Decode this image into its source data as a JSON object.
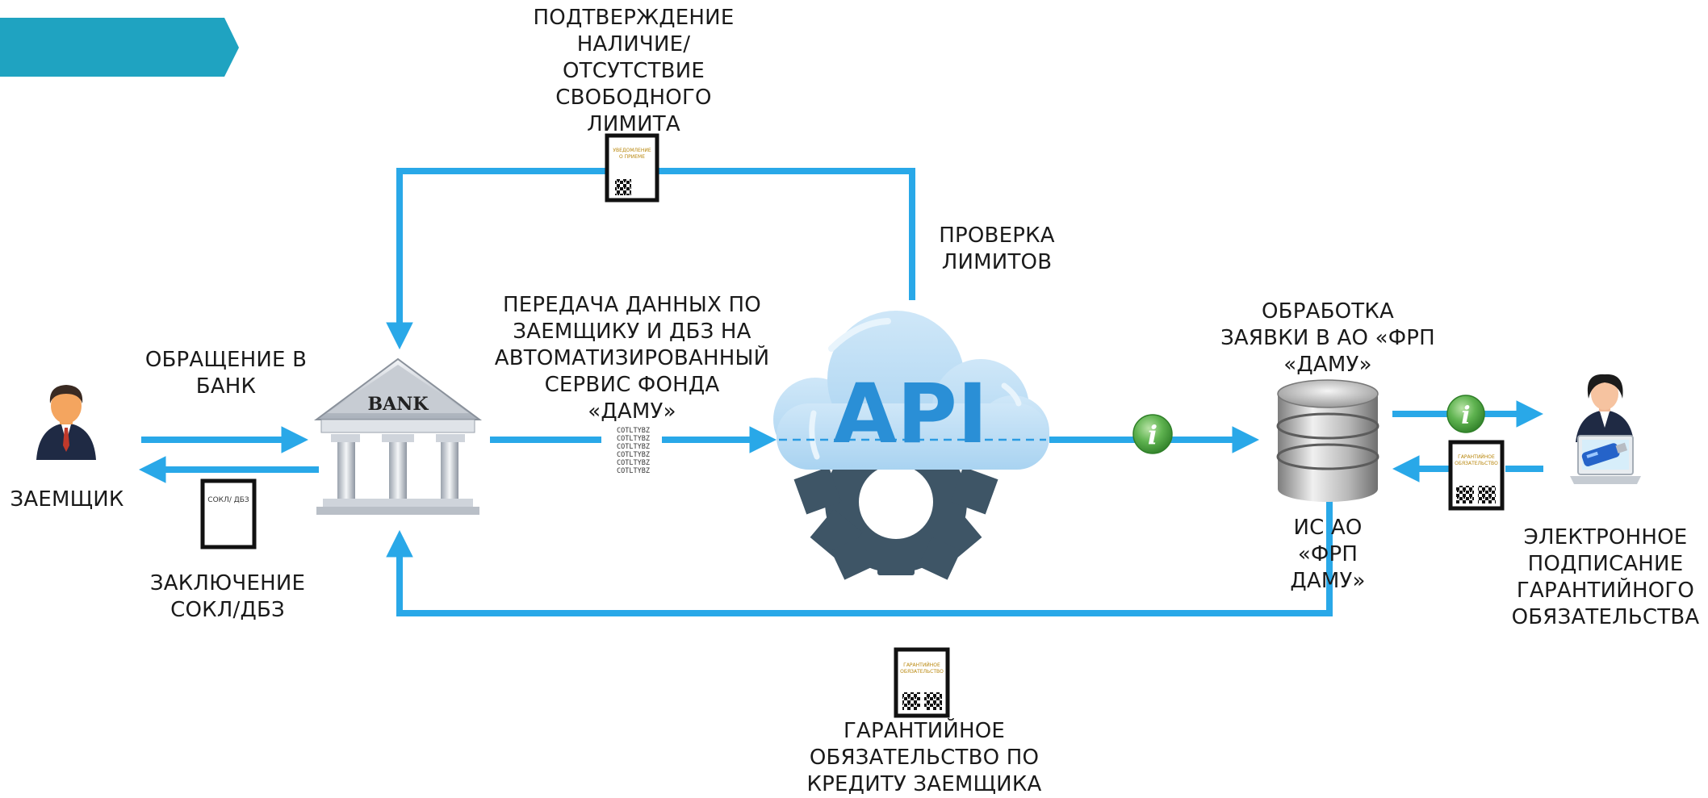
{
  "colors": {
    "arrow": "#29a8e8",
    "banner": "#1fa3c1",
    "cloud": "#b9dcf3",
    "api_text": "#2a8fd6",
    "gear": "#3e5566",
    "info_green": "#5fb350",
    "document_border": "#111111",
    "doc_title": "#b8860b"
  },
  "labels": {
    "borrower": "ЗАЕМЩИК",
    "appeal": [
      "ОБРАЩЕНИЕ В",
      "БАНК"
    ],
    "conclusion": [
      "ЗАКЛЮЧЕНИЕ",
      "СОКЛ/ДБЗ"
    ],
    "confirmation": [
      "ПОДТВЕРЖДЕНИЕ",
      "НАЛИЧИЕ/",
      "ОТСУТСТВИЕ",
      "СВОБОДНОГО",
      "ЛИМИТА"
    ],
    "limit_check": [
      "ПРОВЕРКА",
      "ЛИМИТОВ"
    ],
    "data_transfer": [
      "ПЕРЕДАЧА ДАННЫХ ПО",
      "ЗАЕМЩИКУ И ДБЗ НА",
      "АВТОМАТИЗИРОВАННЫЙ",
      "СЕРВИС ФОНДА",
      "«ДАМУ»"
    ],
    "processing": [
      "ОБРАБОТКА",
      "ЗАЯВКИ В АО «ФРП",
      "«ДАМУ»"
    ],
    "is_system": [
      "ИС АО",
      "«ФРП",
      "ДАМУ»"
    ],
    "e_signing": [
      "ЭЛЕКТРОННОЕ",
      "ПОДПИСАНИЕ",
      "ГАРАНТИЙНОГО",
      "ОБЯЗАТЕЛЬСТВА"
    ],
    "guarantee": [
      "ГАРАНТИЙНОЕ",
      "ОБЯЗАТЕЛЬСТВО ПО",
      "КРЕДИТУ ЗАЕМЩИКА"
    ]
  },
  "icons": {
    "bank_sign": "BANK",
    "api": "API",
    "info": "i"
  },
  "documents": {
    "sokl_dbz": "СОКЛ/ ДБЗ",
    "notice": [
      "УВЕДОМЛЕНИЕ",
      "О ПРИЕМЕ"
    ],
    "guarantee_doc": [
      "ГАРАНТИЙНОЕ",
      "ОБЯЗАТЕЛЬСТВО"
    ],
    "guarantee_doc_small": [
      "ГАРАНТИЙНОЕ",
      "ОБЯЗАТЕЛЬСТВО"
    ]
  },
  "data_codes": [
    "COTLTYBZ",
    "COTLTYBZ",
    "COTLTYBZ",
    "COTLTYBZ",
    "COTLTYBZ",
    "COTLTYBZ"
  ]
}
